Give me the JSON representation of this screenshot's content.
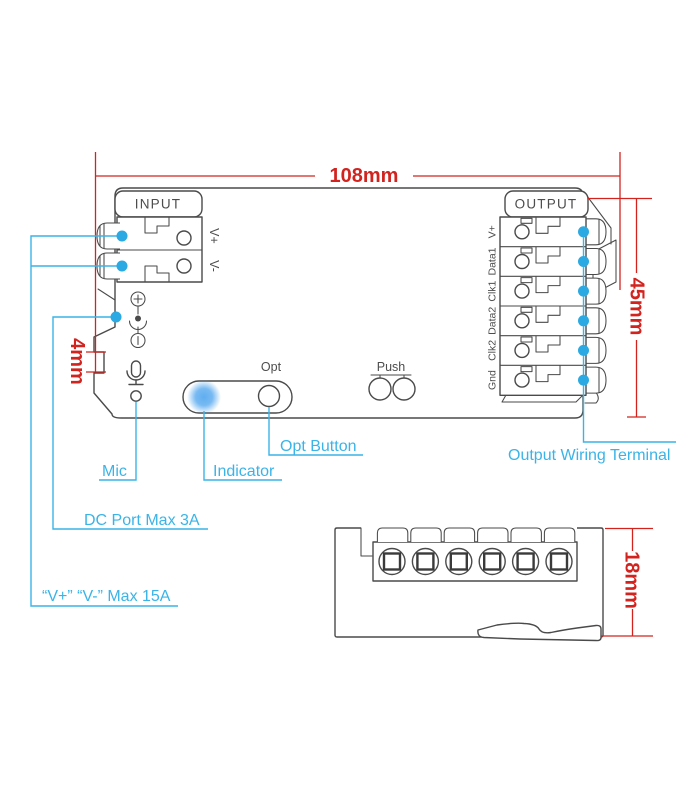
{
  "colors": {
    "red": "#d2231f",
    "cyan": "#3ab4e8",
    "dot": "#2aa9e2",
    "line": "#4a4a4a"
  },
  "dimensions": {
    "width_label": "108mm",
    "height_label": "45mm",
    "notch_label": "4mm",
    "side_height_label": "18mm"
  },
  "top_view": {
    "input_label": "INPUT",
    "output_label": "OUTPUT",
    "input_terminals": [
      "V+",
      "V-"
    ],
    "output_terminals": [
      "V+",
      "Data1",
      "Clk1",
      "Data2",
      "Clk2",
      "Gnd"
    ],
    "opt_label": "Opt",
    "push_label": "Push"
  },
  "callouts": {
    "mic": "Mic",
    "indicator": "Indicator",
    "opt_button": "Opt Button",
    "output_wiring_terminal": "Output Wiring Terminal",
    "dc_port": "DC Port Max 3A",
    "power_input": "“V+” “V-” Max 15A"
  }
}
